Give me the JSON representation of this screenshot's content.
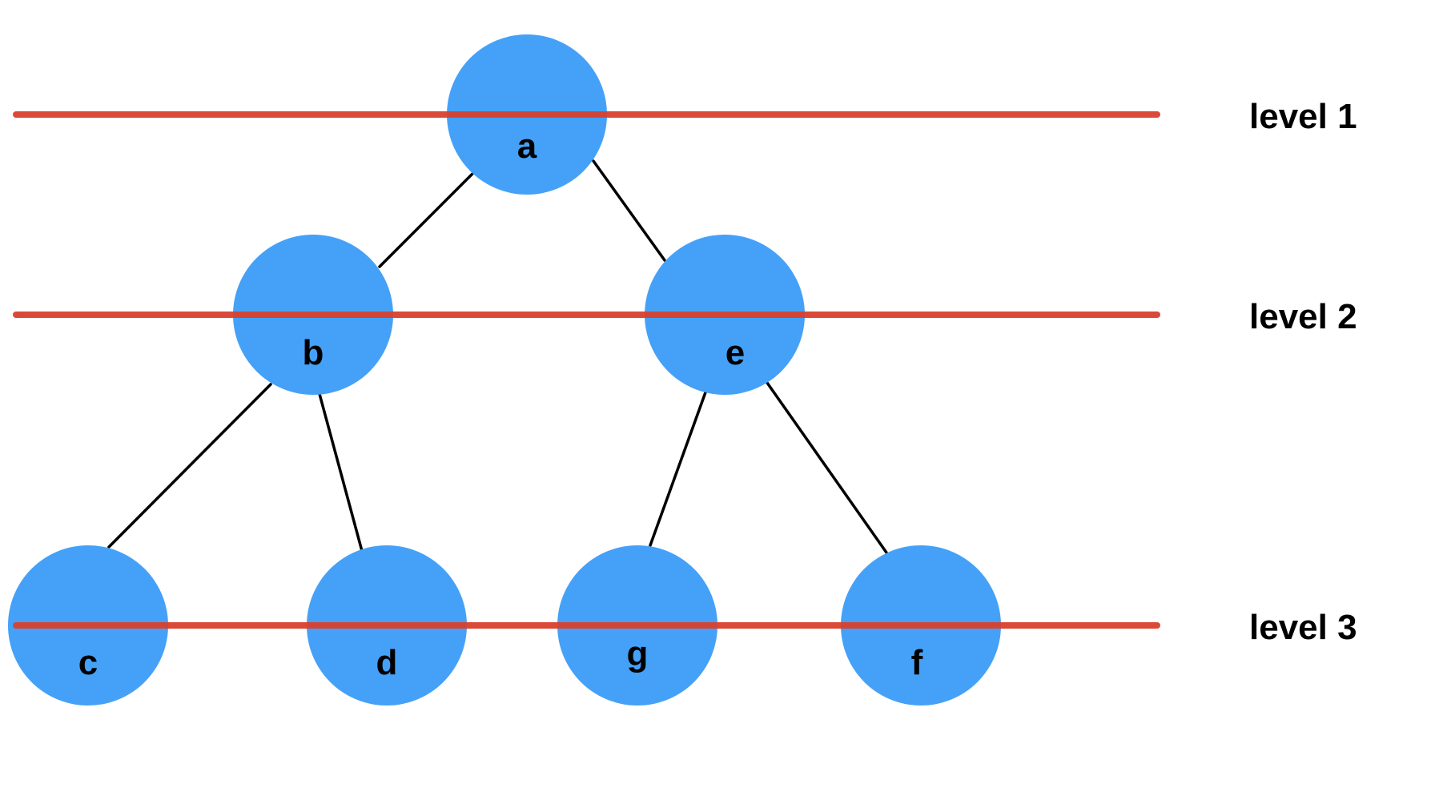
{
  "colors": {
    "node_fill": "#45A1F7",
    "edge": "#000000",
    "level_line": "#D9412E",
    "text": "#000000",
    "background": "#FFFFFF"
  },
  "tree": {
    "nodes": [
      {
        "id": "a",
        "label": "a",
        "level": 1
      },
      {
        "id": "b",
        "label": "b",
        "level": 2
      },
      {
        "id": "e",
        "label": "e",
        "level": 2
      },
      {
        "id": "c",
        "label": "c",
        "level": 3
      },
      {
        "id": "d",
        "label": "d",
        "level": 3
      },
      {
        "id": "g",
        "label": "g",
        "level": 3
      },
      {
        "id": "f",
        "label": "f",
        "level": 3
      }
    ],
    "edges": [
      {
        "from": "a",
        "to": "b"
      },
      {
        "from": "a",
        "to": "e"
      },
      {
        "from": "b",
        "to": "c"
      },
      {
        "from": "b",
        "to": "d"
      },
      {
        "from": "e",
        "to": "g"
      },
      {
        "from": "e",
        "to": "f"
      }
    ]
  },
  "levels": [
    {
      "id": 1,
      "label": "level 1"
    },
    {
      "id": 2,
      "label": "level 2"
    },
    {
      "id": 3,
      "label": "level 3"
    }
  ]
}
